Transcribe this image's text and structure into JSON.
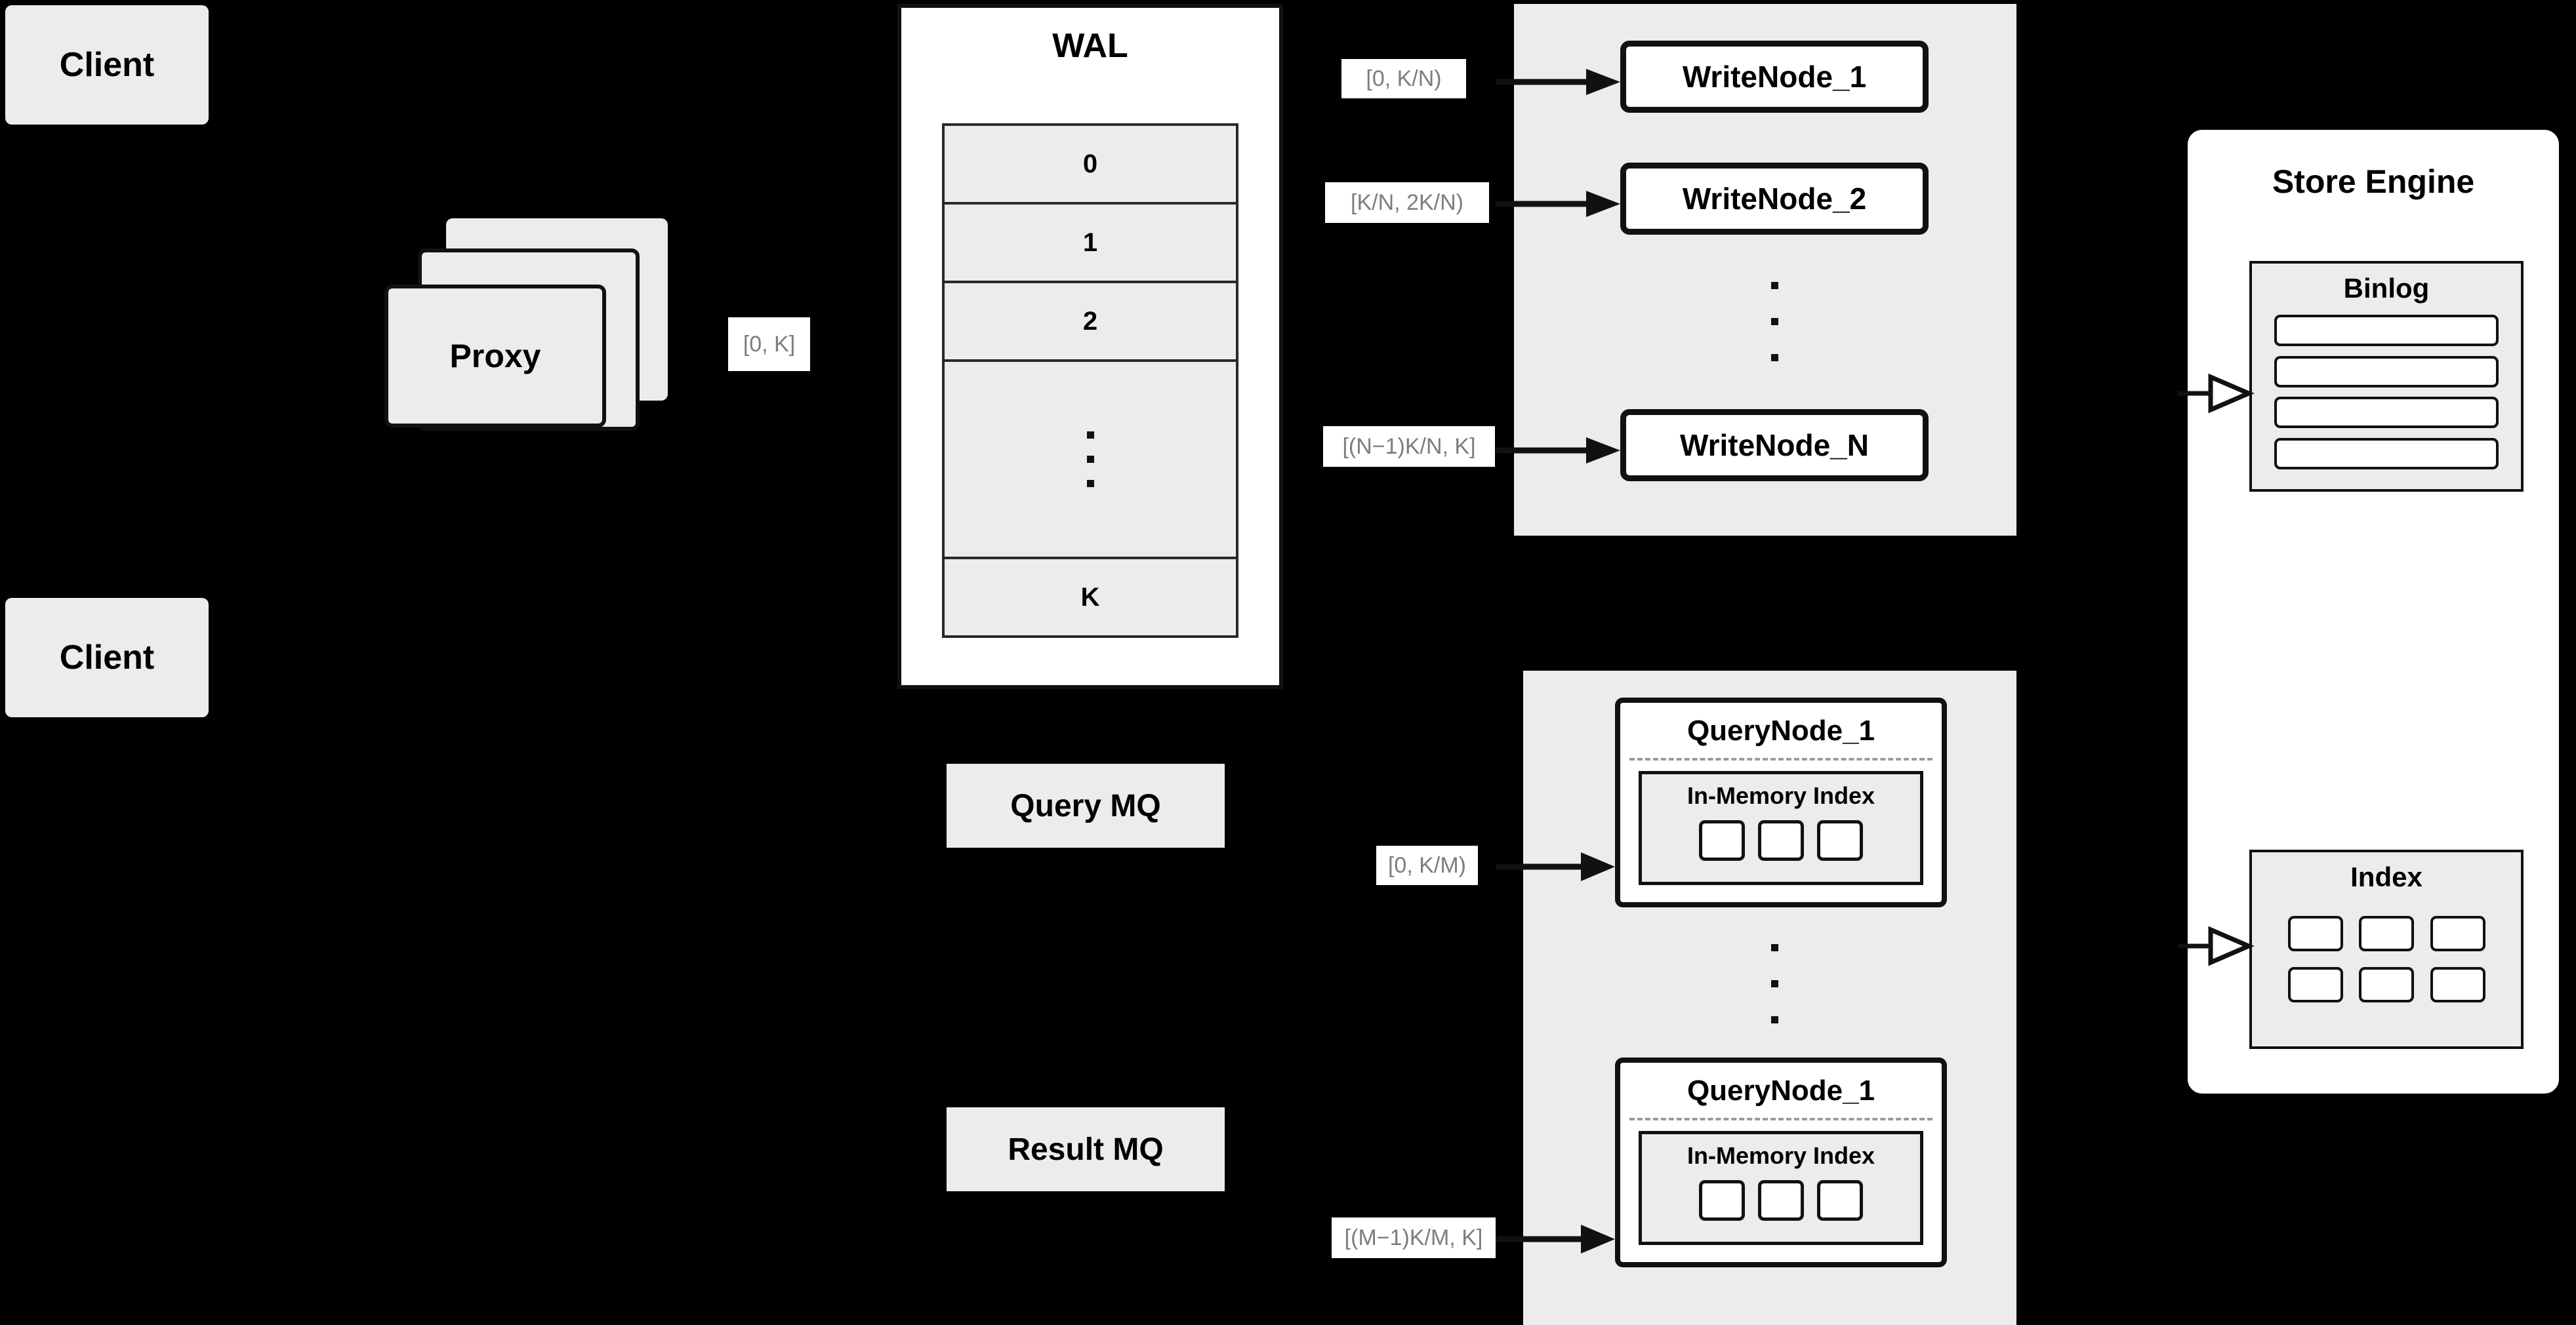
{
  "diagram": {
    "title": "Distributed write/query architecture",
    "background": "#000000",
    "accent_gray": "#ececec",
    "label_text_color": "#7d7d7d",
    "stroke_color": "#111111"
  },
  "clients": [
    {
      "label": "Client"
    },
    {
      "label": "Client"
    }
  ],
  "proxy": {
    "label": "Proxy",
    "stack_count": 3
  },
  "wal": {
    "title": "WAL",
    "rows": [
      "0",
      "1",
      "2"
    ],
    "ellipsis_dots": 3,
    "last_row": "K"
  },
  "edge_labels": {
    "proxy_to_wal": "[0, K]",
    "write_node_1": "[0,  K/N)",
    "write_node_2": "[K/N, 2K/N)",
    "write_node_n": "[(N−1)K/N,  K]",
    "query_node_1": "[0, K/M)",
    "query_node_m": "[(M−1)K/M, K]"
  },
  "write_cluster": {
    "nodes": [
      {
        "label": "WriteNode_1"
      },
      {
        "label": "WriteNode_2"
      },
      {
        "label": "WriteNode_N"
      }
    ],
    "ellipsis_dots": 3
  },
  "message_queues": [
    {
      "label": "Query MQ"
    },
    {
      "label": "Result MQ"
    }
  ],
  "query_cluster": {
    "nodes": [
      {
        "title": "QueryNode_1",
        "index_label": "In-Memory Index",
        "index_cells": 3
      },
      {
        "title": "QueryNode_1",
        "index_label": "In-Memory Index",
        "index_cells": 3
      }
    ],
    "ellipsis_dots": 3
  },
  "store_engine": {
    "title": "Store Engine",
    "binlog": {
      "title": "Binlog",
      "rows": 4
    },
    "index": {
      "title": "Index",
      "rows": 2,
      "cols": 3
    }
  }
}
